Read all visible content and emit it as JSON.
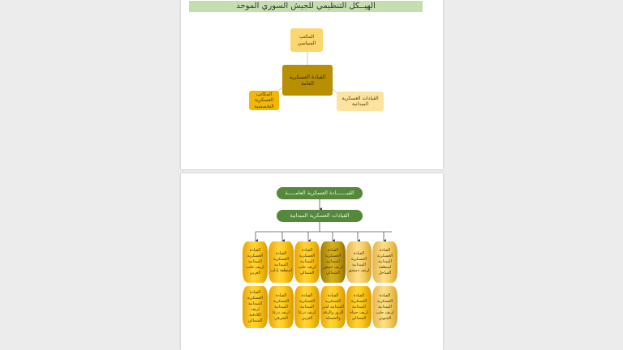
{
  "title": "الهيــكل التنظيمي للجيش السوري الموحد",
  "diagram1": {
    "political_office": "المكتب السياسي",
    "general_command": "القيادة العسكرية العامة",
    "specialized_offices": "المكاتب العسكرية التخصصية",
    "field_commands": "القيادات العسكرية الميدانية"
  },
  "diagram2": {
    "general_command": "القيـــــــادة العسكرية العامـــــة",
    "field_commands": "القيادات العسكرية الميدانية",
    "row1": [
      "القيادة العسكرية الميدانية لمنطقة الساحل",
      "القيادة العسكرية الميدانية لريف دمشق",
      "القيادة العسكرية الميدانية لريف حمص الشمالي",
      "القيادة العسكرية الميدانية لريف حلب الشمالي",
      "القيادة العسكرية الميدانية لمنطقة إدلب",
      "القيادة العسكرية الميدانية لريف حلب الغربي"
    ],
    "row2": [
      "القيادة العسكرية الميدانية لريف حلب الجنوبي",
      "القيادة العسكرية الميدانية لريف حماة الشمالي",
      "القيادة العسكرية الميدانية لدير الزور والرقة والحسكة",
      "القيادة العسكرية الميدانية لريف درعا الغربي",
      "القيادة العسكرية الميدانية لريف درعا الشرقي",
      "القيادة العسكرية الميدانية لريف اللاذقية الشمالي"
    ]
  }
}
